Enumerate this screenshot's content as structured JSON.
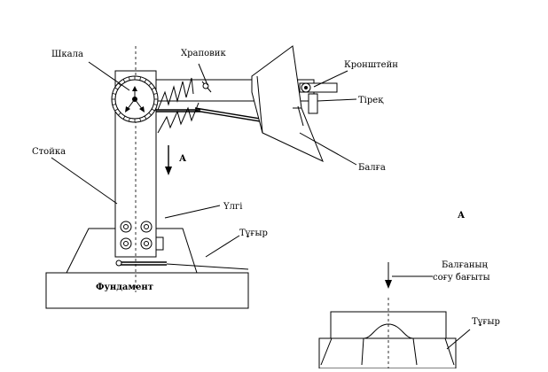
{
  "labels": {
    "scale": "Шкала",
    "ratchet": "Храповик",
    "bracket": "Кронштейн",
    "stop": "Тіреқ",
    "rack": "Стойка",
    "pendulum": "Балға",
    "arrow_a": "А",
    "cargo": "Үлгі",
    "support": "Тұғыр",
    "foundation": "Фундамент",
    "view_a": "А",
    "hammer_dir_line1": "Балғаның",
    "hammer_dir_line2": "соғу бағыты",
    "support_2": "Тұғыр"
  }
}
